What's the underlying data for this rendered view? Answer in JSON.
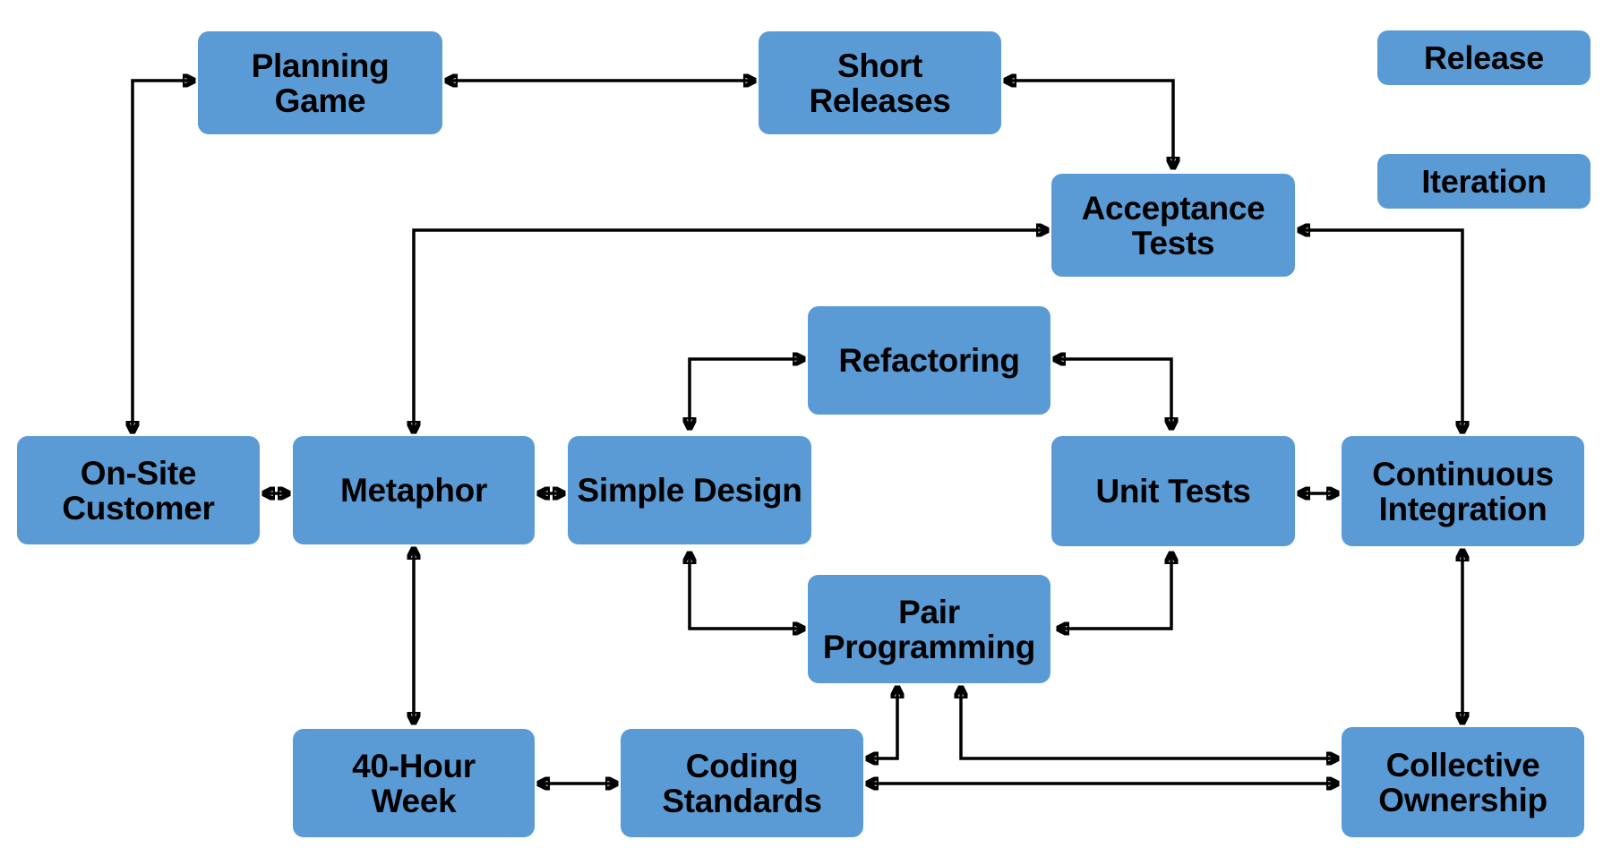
{
  "diagram": {
    "nodes": {
      "planning_game": "Planning\nGame",
      "short_releases": "Short\nReleases",
      "acceptance_tests": "Acceptance\nTests",
      "refactoring": "Refactoring",
      "on_site_customer": "On-Site\nCustomer",
      "metaphor": "Metaphor",
      "simple_design": "Simple Design",
      "unit_tests": "Unit Tests",
      "continuous_integration": "Continuous\nIntegration",
      "pair_programming": "Pair\nProgramming",
      "forty_hour_week": "40-Hour\nWeek",
      "coding_standards": "Coding\nStandards",
      "collective_ownership": "Collective\nOwnership"
    },
    "legend": {
      "release": "Release",
      "iteration": "Iteration"
    },
    "colors": {
      "node_fill": "#5b9bd5",
      "text": "#000000",
      "connector": "#000000"
    },
    "edges": [
      {
        "from": "planning_game",
        "to": "short_releases"
      },
      {
        "from": "short_releases",
        "to": "acceptance_tests"
      },
      {
        "from": "planning_game",
        "to": "on_site_customer"
      },
      {
        "from": "acceptance_tests",
        "to": "metaphor"
      },
      {
        "from": "acceptance_tests",
        "to": "continuous_integration"
      },
      {
        "from": "refactoring",
        "to": "simple_design"
      },
      {
        "from": "refactoring",
        "to": "unit_tests"
      },
      {
        "from": "on_site_customer",
        "to": "metaphor"
      },
      {
        "from": "metaphor",
        "to": "simple_design"
      },
      {
        "from": "unit_tests",
        "to": "continuous_integration"
      },
      {
        "from": "simple_design",
        "to": "pair_programming"
      },
      {
        "from": "unit_tests",
        "to": "pair_programming"
      },
      {
        "from": "metaphor",
        "to": "forty_hour_week"
      },
      {
        "from": "continuous_integration",
        "to": "collective_ownership"
      },
      {
        "from": "forty_hour_week",
        "to": "coding_standards"
      },
      {
        "from": "coding_standards",
        "to": "pair_programming"
      },
      {
        "from": "pair_programming",
        "to": "collective_ownership"
      },
      {
        "from": "coding_standards",
        "to": "collective_ownership"
      }
    ]
  }
}
